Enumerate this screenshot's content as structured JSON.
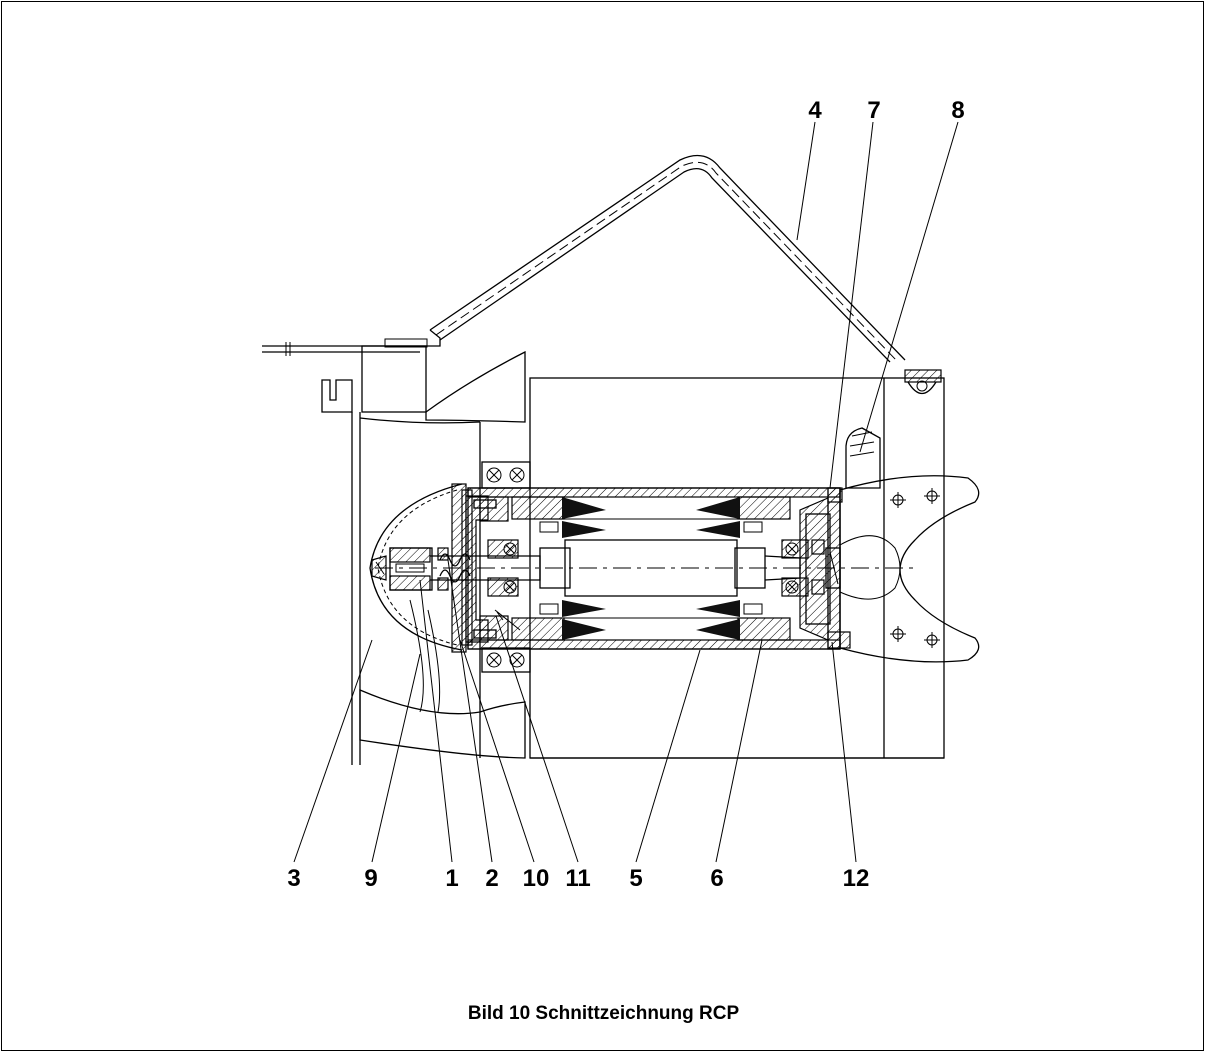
{
  "caption": "Bild 10 Schnittzeichnung RCP",
  "callouts": {
    "c1": "1",
    "c2": "2",
    "c3": "3",
    "c4": "4",
    "c5": "5",
    "c6": "6",
    "c7": "7",
    "c8": "8",
    "c9": "9",
    "c10": "10",
    "c11": "11",
    "c12": "12"
  }
}
